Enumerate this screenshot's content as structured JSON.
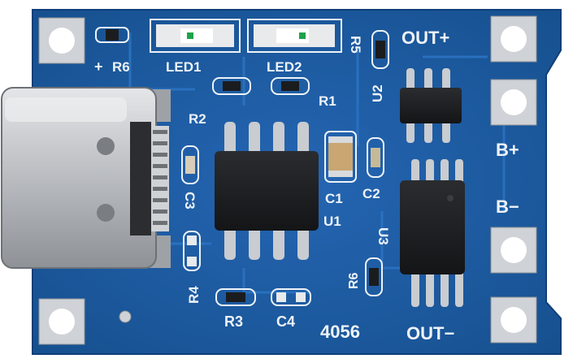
{
  "board": {
    "model": "4056",
    "terminals": {
      "out_plus": "OUT+",
      "out_minus": "OUT−",
      "b_plus": "B+",
      "b_minus": "B−",
      "plus_sign": "+"
    },
    "designators": {
      "r6_top": "R6",
      "led1": "LED1",
      "led2": "LED2",
      "r5": "R5",
      "r1": "R1",
      "r2": "R2",
      "c3": "C3",
      "u2": "U2",
      "c1": "C1",
      "c2": "C2",
      "u1": "U1",
      "u3": "U3",
      "r6_side": "R6",
      "r4": "R4",
      "r3": "R3",
      "c4": "C4"
    }
  },
  "colors": {
    "pcb_blue": "#1f5fa8",
    "silkscreen": "#eef3f8",
    "chip_black": "#1b1c1e",
    "pad_silver": "#c9ccd0",
    "connector_metal": "#b9bcc0"
  },
  "icons": {
    "connector": "usb-type-c-connector-icon"
  }
}
